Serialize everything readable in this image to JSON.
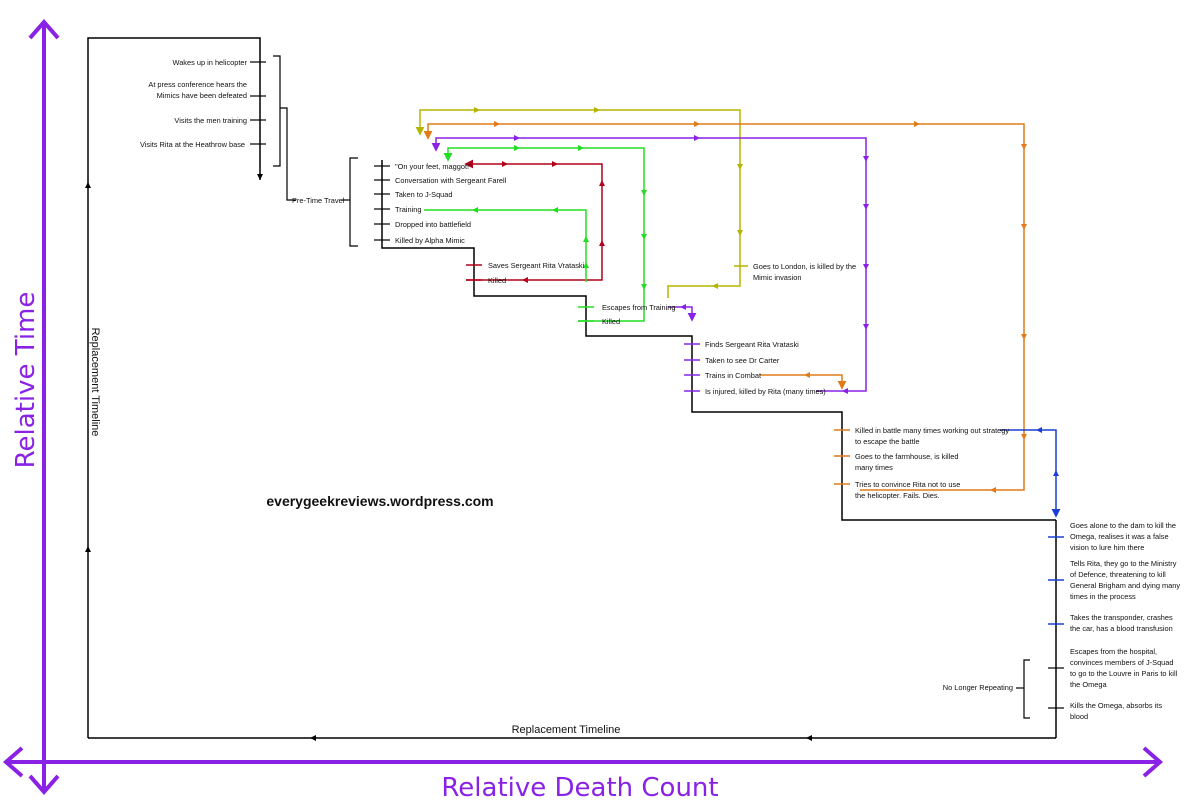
{
  "axes": {
    "y_title": "Relative Time",
    "x_title": "Relative Death Count",
    "color": "#8a22e6"
  },
  "site_text": "everygeekreviews.wordpress.com",
  "replacement_timeline": {
    "bottom_label": "Replacement Timeline",
    "side_label": "Replacement Timeline"
  },
  "groups": {
    "pre_time_travel": "Pre-Time Travel",
    "no_longer_repeating": "No Longer Repeating"
  },
  "events": {
    "helicopter": [
      "Wakes up in helicopter"
    ],
    "press_conference": [
      "At press conference hears the",
      "Mimics have been defeated"
    ],
    "visits_men": [
      "Visits the men training"
    ],
    "visits_rita_base": [
      "Visits Rita at the Heathrow base"
    ],
    "on_your_feet": [
      "\"On your feet, maggot!\""
    ],
    "conversation": [
      "Conversation with Sergeant Farell"
    ],
    "taken_j_squad": [
      "Taken to J-Squad"
    ],
    "training": [
      "Training"
    ],
    "dropped": [
      "Dropped into battlefield"
    ],
    "killed_alpha": [
      "Killed by Alpha Mimic"
    ],
    "saves_rita": [
      "Saves Sergeant Rita Vrataski"
    ],
    "killed_1": [
      "Killed"
    ],
    "escapes_training": [
      "Escapes from Training"
    ],
    "killed_2": [
      "Killed"
    ],
    "goes_london": [
      "Goes to London, is killed by the",
      "Mimic invasion"
    ],
    "finds_rita": [
      "Finds Sergeant Rita Vrataski"
    ],
    "dr_carter": [
      "Taken to see Dr Carter"
    ],
    "trains_combat": [
      "Trains in Combat"
    ],
    "injured": [
      "Is injured, killed by Rita (many times)"
    ],
    "battle_strategy": [
      "Killed in battle many times working out strategy",
      "to escape the battle"
    ],
    "farmhouse": [
      "Goes to the farmhouse, is killed",
      "many times"
    ],
    "convince_rita": [
      "Tries to convince Rita not to use",
      "the helicopter. Fails. Dies."
    ],
    "dam": [
      "Goes alone to the dam to kill the",
      "Omega, realises it was a false",
      "vision to lure him there"
    ],
    "ministry": [
      "Tells Rita, they go to the Ministry",
      "of Defence, threatening to kill",
      "General Brigham and dying many",
      "times in the process"
    ],
    "transponder": [
      "Takes the transponder, crashes",
      "the car, has a blood transfusion"
    ],
    "hospital": [
      "Escapes from the hospital,",
      "convinces members of J-Squad",
      "to go to the Louvre in Paris to kill",
      "the Omega"
    ],
    "kills_omega": [
      "Kills the Omega, absorbs its",
      "blood"
    ]
  },
  "loop_colors": {
    "red": "#b3001b",
    "green": "#22dd22",
    "olive": "#b5b500",
    "purple": "#8a22e6",
    "orange": "#e07b18",
    "blue": "#1a3fd6",
    "timeline": "#000000"
  }
}
